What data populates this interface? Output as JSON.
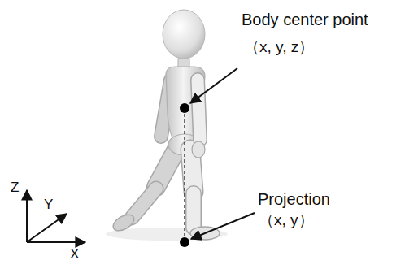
{
  "diagram": {
    "labels": [
      "Body center point",
      "（x, y, z）",
      "Projection",
      "（x, y）",
      "Z",
      "Y",
      "X"
    ]
  }
}
